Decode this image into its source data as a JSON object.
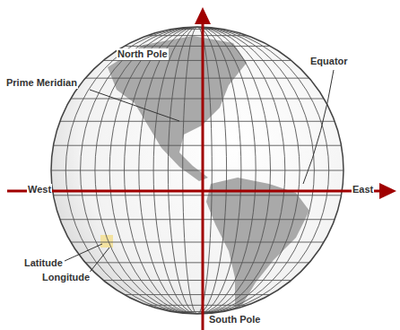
{
  "diagram": {
    "labels": [
      "North Pole",
      "Prime Meridian",
      "Equator",
      "West",
      "East",
      "Latitude",
      "Longitude",
      "South Pole"
    ]
  }
}
